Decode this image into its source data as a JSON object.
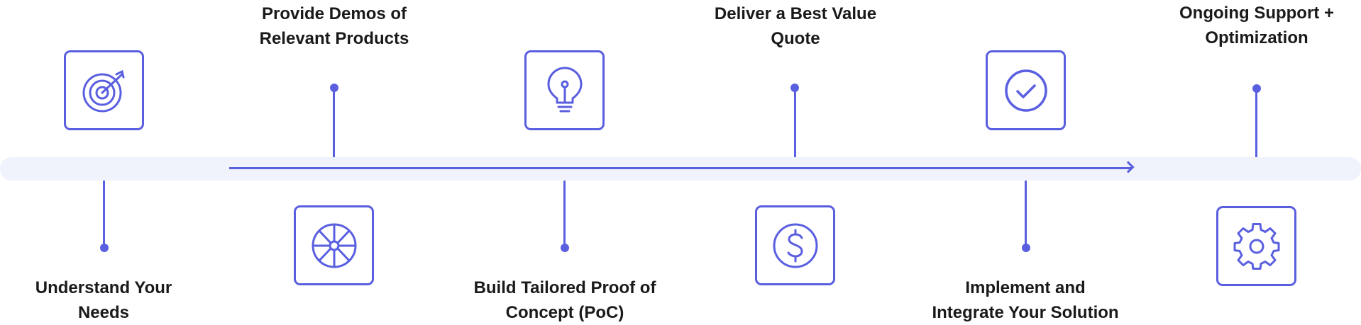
{
  "steps": [
    {
      "line1": "Understand Your",
      "line2": "Needs",
      "icon": "target-icon"
    },
    {
      "line1": "Provide Demos of",
      "line2": "Relevant Products",
      "icon": "aperture-icon"
    },
    {
      "line1": "Build Tailored Proof of",
      "line2": "Concept (PoC)",
      "icon": "lightbulb-icon"
    },
    {
      "line1": "Deliver a Best Value",
      "line2": "Quote",
      "icon": "dollar-icon"
    },
    {
      "line1": "Implement and",
      "line2": "Integrate Your Solution",
      "icon": "check-circle-icon"
    },
    {
      "line1": "Ongoing Support +",
      "line2": "Optimization",
      "icon": "gear-icon"
    }
  ],
  "colors": {
    "accent": "#5a5fe0",
    "track": "#f0f3fb",
    "text": "#1a1a1a"
  }
}
